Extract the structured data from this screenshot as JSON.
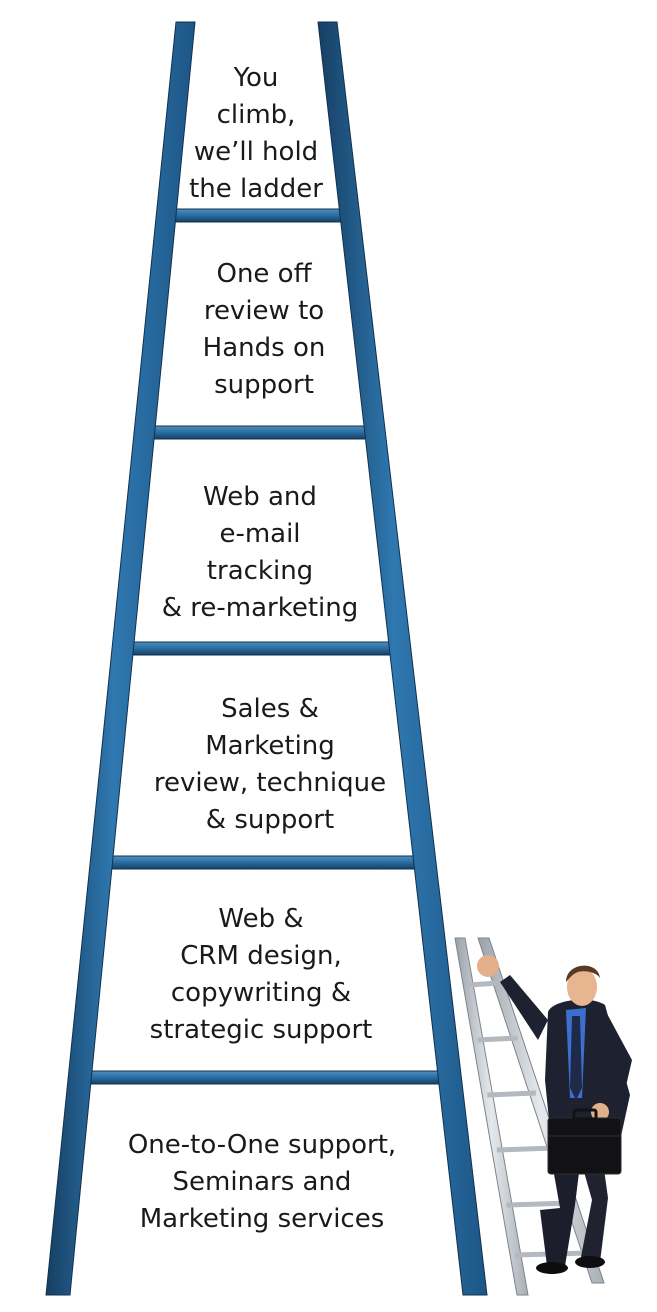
{
  "colors": {
    "ladder_blue": "#2a6ca0",
    "ladder_dark": "#163f63",
    "ladder_light": "#5a97c4",
    "text": "#1a1a1a",
    "suit": "#1c1f2b",
    "shirt": "#3d6fd0",
    "aluminum": "#c9ced3"
  },
  "sections": [
    {
      "lines": [
        "You",
        "climb,",
        "we’ll hold",
        "the ladder"
      ]
    },
    {
      "lines": [
        "One off",
        "review to",
        "Hands on",
        "support"
      ]
    },
    {
      "lines": [
        "Web and",
        "e-mail",
        "tracking",
        "& re-marketing"
      ]
    },
    {
      "lines": [
        "Sales &",
        "Marketing",
        "review, technique",
        "& support"
      ]
    },
    {
      "lines": [
        "Web &",
        "CRM design,",
        "copywriting &",
        "strategic support"
      ]
    },
    {
      "lines": [
        "One-to-One support,",
        "Seminars and",
        "Marketing services"
      ]
    }
  ],
  "icons": {
    "ladder": "ladder-icon",
    "climber": "businessman-icon",
    "briefcase": "briefcase-icon"
  }
}
